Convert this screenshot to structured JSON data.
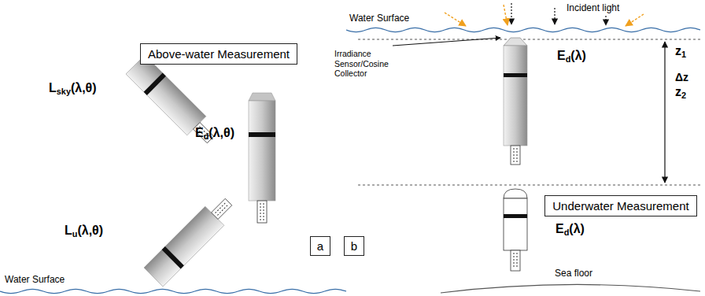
{
  "diagram": {
    "nodes": [
      {
        "text": [
          "Above-water Measurement"
        ]
      },
      {
        "text": [
          "a"
        ]
      },
      {
        "text": [
          "b"
        ]
      },
      {
        "text": [
          "Underwater Measurement"
        ]
      }
    ],
    "labels": [
      "Lsky(λ,θ)",
      "Lu(λ,θ)",
      "Ed(λ,θ)",
      "Water Surface",
      "Water Surface",
      "Incident light",
      "Irradiance Sensor/Cosine Collector",
      "Ed(λ)",
      "z1",
      "Δz",
      "z2",
      "Ed(λ)",
      "Sea floor"
    ]
  }
}
